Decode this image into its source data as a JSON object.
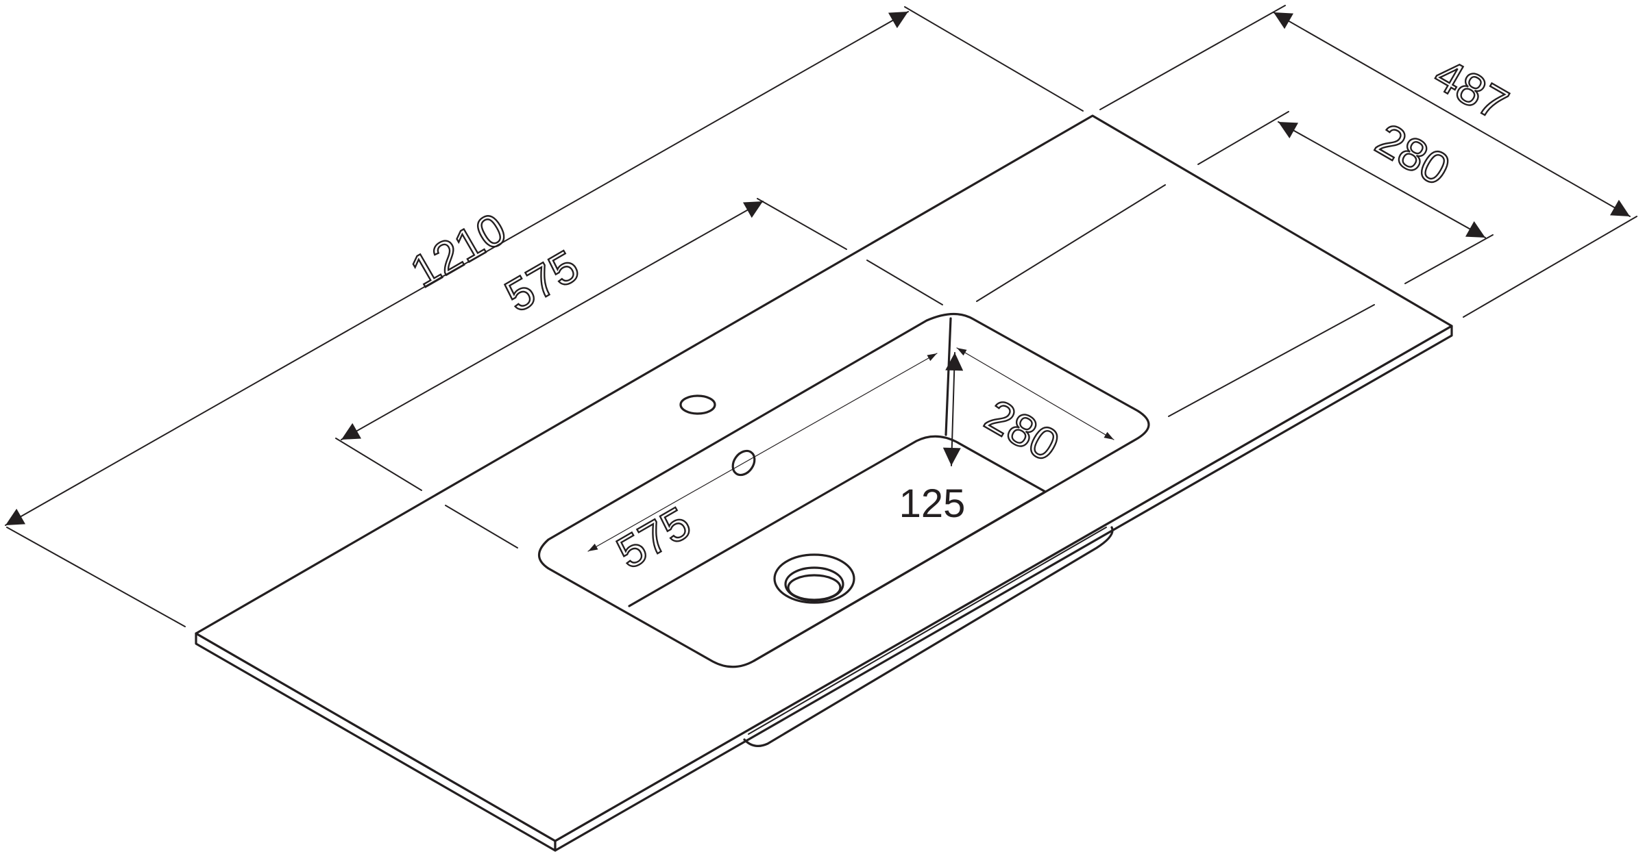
{
  "drawing": {
    "subject": "vanity-top-with-integrated-basin",
    "line_color": "#231f20",
    "background": "#ffffff"
  },
  "dimensions": {
    "overall_length": "1210",
    "basin_offset_length": "575",
    "overall_depth": "487",
    "basin_offset_depth": "280",
    "basin_length": "575",
    "basin_width": "280",
    "basin_depth": "125"
  }
}
